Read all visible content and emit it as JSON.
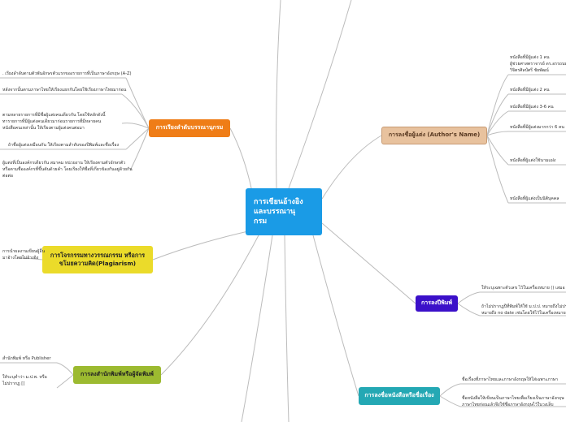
{
  "central": {
    "title": "การเขียนอ้างอิง\nและบรรณานุ\nกรม"
  },
  "branches": {
    "order": {
      "label": "การเรียงลำดับบรรณานุกรม"
    },
    "plagiarism": {
      "label": "การโจรกรรมทางวรรณกรรม หรือการ\nขโมยความคิด(Plagiarism)"
    },
    "publisher": {
      "label": "การลงสำนักพิมพ์หรือผู้จัดพิมพ์"
    },
    "author": {
      "label": "การลงชื่อผู้แต่ง (Author's Name)"
    },
    "year": {
      "label": "การลงปีพิมพ์"
    },
    "title": {
      "label": "การลงชื่อหนังสือหรือชื่อเรื่อง"
    }
  },
  "leaves": {
    "order": [
      ". เรียงลำดับตามตัวพันอักษรตัวแรกของรายการที่เป็นภาษาอังกฤษ (A-Z)",
      "หลังจากนั้นตามภาษาไทยให้เรียงแยกกันโดยใช้เรียงภาษาไทยมาก่อน",
      "ตามหลายรายการที่มีชื่อผู้แต่งคนเดียวกัน โดยใช้หลักดังนี้\nทารายการที่มีผู้แต่งคนเดียวมาก่อนรายการที่มีหลายคน\nหนังสือคนเหล่านั้น ให้เรียงตามผู้แต่งคนต่อมา",
      "ถ้าชื่อผู้แต่งเหมือนกัน ให้เรียงตามลำดับของปีพิมพ์และชื่อเรื่อง",
      "ผู้แต่งที่เป็นองค์กรเดียวกัน สมาคม หน่วยงาน ให้เรียงตามตัวอักษรตัว\nหรือตามชื่อองค์กรที่ขึ้นต้นด้วยคำ โดยเรียงให้ชื่อที่เกี่ยวข้องกันอยู่ด้วยกัน\nต่อต่อ"
    ],
    "plagiarism": "การนำผลงานเขียนผู้อื่น\nมาอ้างโดยไม่อ้างอิง",
    "publisher": [
      "สำนักพิมพ์ หรือ Publisher",
      "ให้ระบุคำว่า ม.ป.พ. หรือ\nไม่ปรากฏ []"
    ],
    "author": [
      "หนังสือที่มีผู้แต่ง 1 คน\nผู้ช่วยศาสตราจารย์ ดร.อรรถนพ\nวิจิตรศิลป์ศรี ชัยพัฒน์",
      "หนังสือที่มีผู้แต่ง 2 คน",
      "หนังสือที่มีผู้แต่ง 3-6 คน",
      "หนังสือที่มีผู้แต่งมากกว่า 6 คน",
      "หนังสือที่ผู้แต่งใช้นามแฝง",
      "หนังสือที่ผู้แต่งเป็นนิติบุคคล"
    ],
    "year": [
      "ให้ระบุเฉพาะตัวเลข ไว้ในเครื่องหมาย () เสมอ",
      "ถ้าไม่ปรากฏปีที่พิมพ์ให้ใช้ ม.ป.ป. หมายถึงไม่ปรากฏปีที่พิมพ์\nหมายถึง no date เช่นโดยให้ไว้ในเครื่องหมาย"
    ],
    "title": [
      "ชื่อเรื่องที่ภาษาไทยและภาษาอังกฤษให้ใส่เฉพาะภาษา",
      "ชื่อหนังสือให้เขียนเป็นภาษาไทยเพื่อเรียงเป็นภาษาอังกฤษ\nภาษาไทยก่อนแล้วจึงใช้ชื่อภาษาอังกฤษไว้ในวงเล็บ"
    ]
  }
}
